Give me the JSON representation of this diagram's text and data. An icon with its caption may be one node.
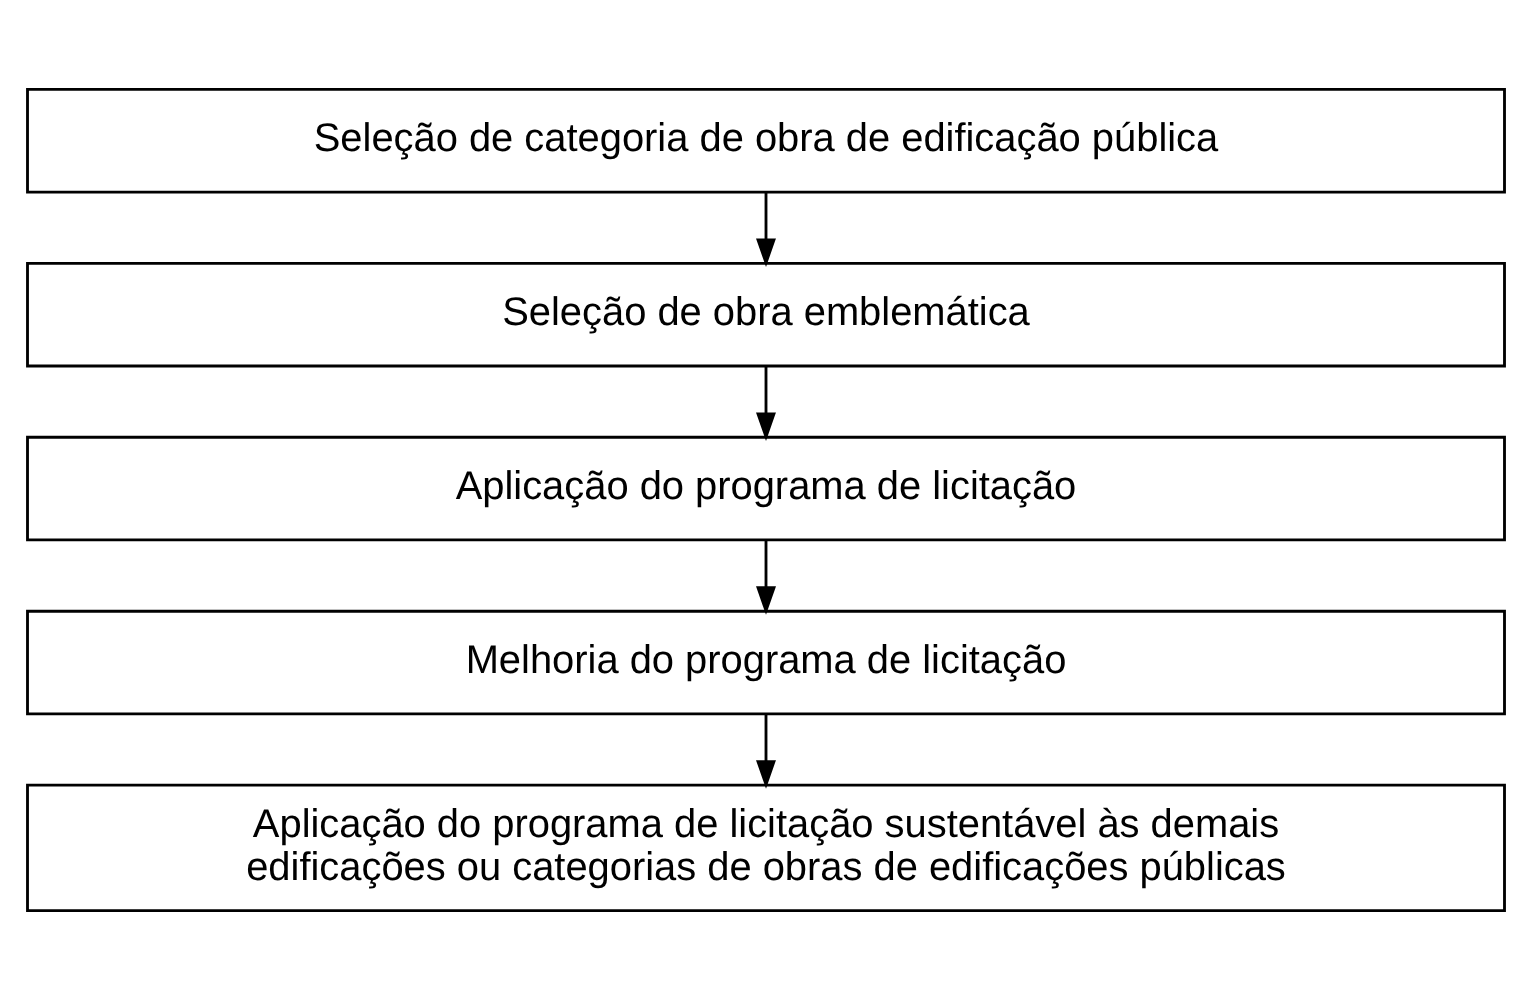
{
  "diagram": {
    "nodes": [
      {
        "text": [
          "Seleção de categoria de obra de edificação pública"
        ]
      },
      {
        "text": [
          "Seleção de obra emblemática"
        ]
      },
      {
        "text": [
          "Aplicação do programa de licitação"
        ]
      },
      {
        "text": [
          "Melhoria do programa de licitação"
        ]
      },
      {
        "text": [
          "Aplicação do programa de licitação sustentável às demais edificações ou categorias de obras de edificações públicas"
        ]
      }
    ],
    "edges": [
      {
        "from": 0,
        "to": 1,
        "arrow": "to"
      },
      {
        "from": 1,
        "to": 2,
        "arrow": "to"
      },
      {
        "from": 2,
        "to": 3,
        "arrow": "to"
      },
      {
        "from": 3,
        "to": 4,
        "arrow": "to"
      }
    ]
  }
}
